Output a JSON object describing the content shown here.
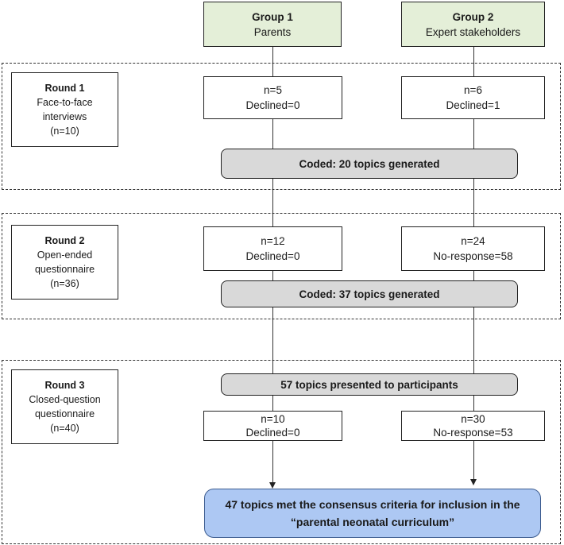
{
  "groups": {
    "g1": {
      "title": "Group 1",
      "subtitle": "Parents"
    },
    "g2": {
      "title": "Group 2",
      "subtitle": "Expert stakeholders"
    }
  },
  "round1": {
    "label": {
      "title": "Round 1",
      "line2": "Face-to-face",
      "line3": "interviews",
      "line4": "(n=10)"
    },
    "g1": {
      "n": "n=5",
      "detail": "Declined=0"
    },
    "g2": {
      "n": "n=6",
      "detail": "Declined=1"
    },
    "coded": {
      "prefix": "Coded:",
      "value": "20 topics generated"
    }
  },
  "round2": {
    "label": {
      "title": "Round 2",
      "line2": "Open-ended",
      "line3": "questionnaire",
      "line4": "(n=36)"
    },
    "g1": {
      "n": "n=12",
      "detail": "Declined=0"
    },
    "g2": {
      "n": "n=24",
      "detail": "No-response=58"
    },
    "coded": {
      "prefix": "Coded:",
      "value": "37 topics generated"
    }
  },
  "round3": {
    "label": {
      "title": "Round 3",
      "line2": "Closed-question",
      "line3": "questionnaire",
      "line4": "(n=40)"
    },
    "presented": "57 topics presented to participants",
    "g1": {
      "n": "n=10",
      "detail": "Declined=0"
    },
    "g2": {
      "n": "n=30",
      "detail": "No-response=53"
    }
  },
  "final": {
    "line1": "47 topics met the consensus criteria for inclusion in the",
    "line2": "“parental neonatal curriculum”"
  }
}
